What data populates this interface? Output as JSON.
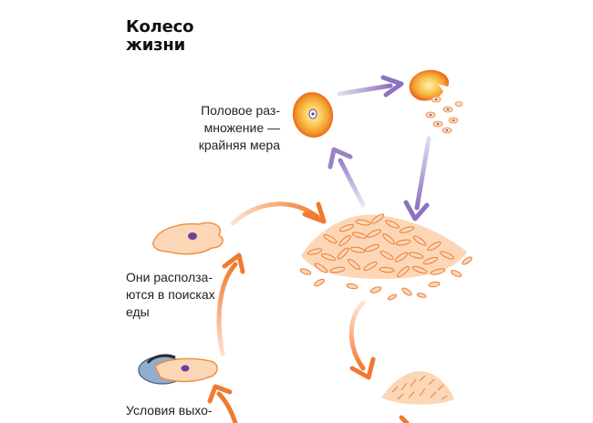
{
  "title": {
    "line1": "Колесо",
    "line2": "жизни"
  },
  "captions": {
    "sexual": [
      "Половое раз-",
      "множение —",
      "крайняя мера"
    ],
    "crawl": [
      "Они располза-",
      "ются в поисках",
      "еды"
    ],
    "conditions": [
      "Условия выхо-"
    ]
  },
  "colors": {
    "orange": "#f07a2e",
    "light_orange": "#f5a06a",
    "cell_fill": "#fbd7b7",
    "violet": "#8c72c0",
    "nucleus": "#6b3fa0",
    "cyst_blue": "#8faed0"
  }
}
